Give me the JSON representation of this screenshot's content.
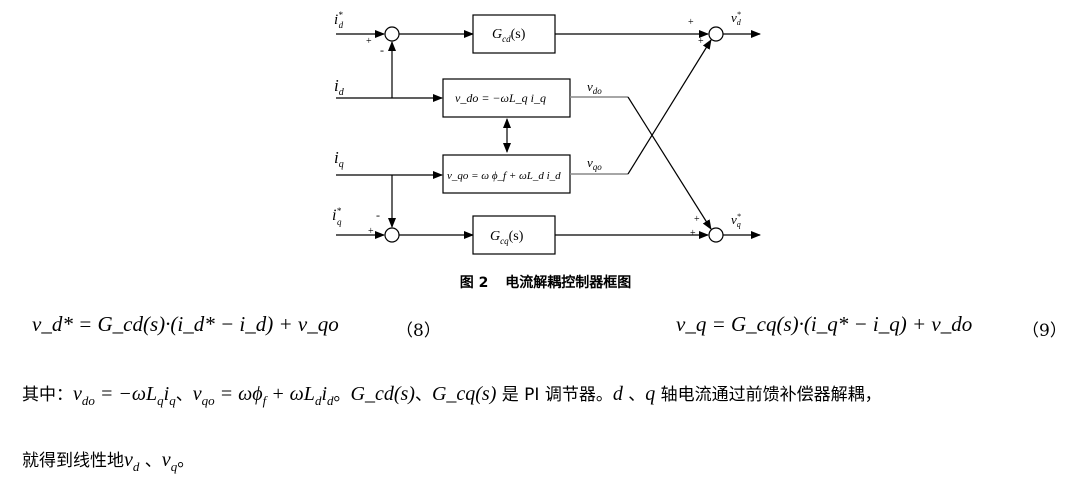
{
  "diagram": {
    "labels": {
      "id_ref": "i",
      "id_ref_sub": "d",
      "id_ref_sup": "*",
      "id": "i",
      "id_sub": "d",
      "iq": "i",
      "iq_sub": "q",
      "iq_ref": "i",
      "iq_ref_sub": "q",
      "iq_ref_sup": "*",
      "vd_out": "v",
      "vd_out_sub": "d",
      "vd_out_sup": "*",
      "vq_out": "v",
      "vq_out_sub": "q",
      "vq_out_sup": "*",
      "vdo_label": "v",
      "vdo_label_sub": "do",
      "vqo_label": "v",
      "vqo_label_sub": "qo"
    },
    "blocks": {
      "gcd": "G",
      "gcd_sub": "cd",
      "gcd_arg": "(s)",
      "gcq": "G",
      "gcq_sub": "cq",
      "gcq_arg": "(s)",
      "vdo_expr": "v_do = −ωL_q i_q",
      "vqo_expr": "v_qo = ω ϕ_f + ωL_d i_d"
    },
    "signs": {
      "plus": "+",
      "minus": "-"
    }
  },
  "caption": {
    "number": "图 2",
    "title": "电流解耦控制器框图"
  },
  "equations": {
    "eq8": "v_d* = G_cd(s)·(i_d* − i_d) + v_qo",
    "eq8_num": "（8）",
    "eq9": "v_q = G_cq(s)·(i_q* − i_q) + v_do",
    "eq9_num": "（9）"
  },
  "paragraph": {
    "lead": "其中：",
    "sep1": "、",
    "end1": "。",
    "gcd": "G_cd(s)",
    "sep2": "、",
    "gcq": "G_cq(s)",
    "is_pi": " 是 PI 调节器。",
    "d": "d",
    "sep3": " 、",
    "q": "q",
    "axis_text": " 轴电流通过前馈补偿器解耦，",
    "line2": "就得到线性地",
    "sep4": " 、",
    "end2": "。"
  }
}
